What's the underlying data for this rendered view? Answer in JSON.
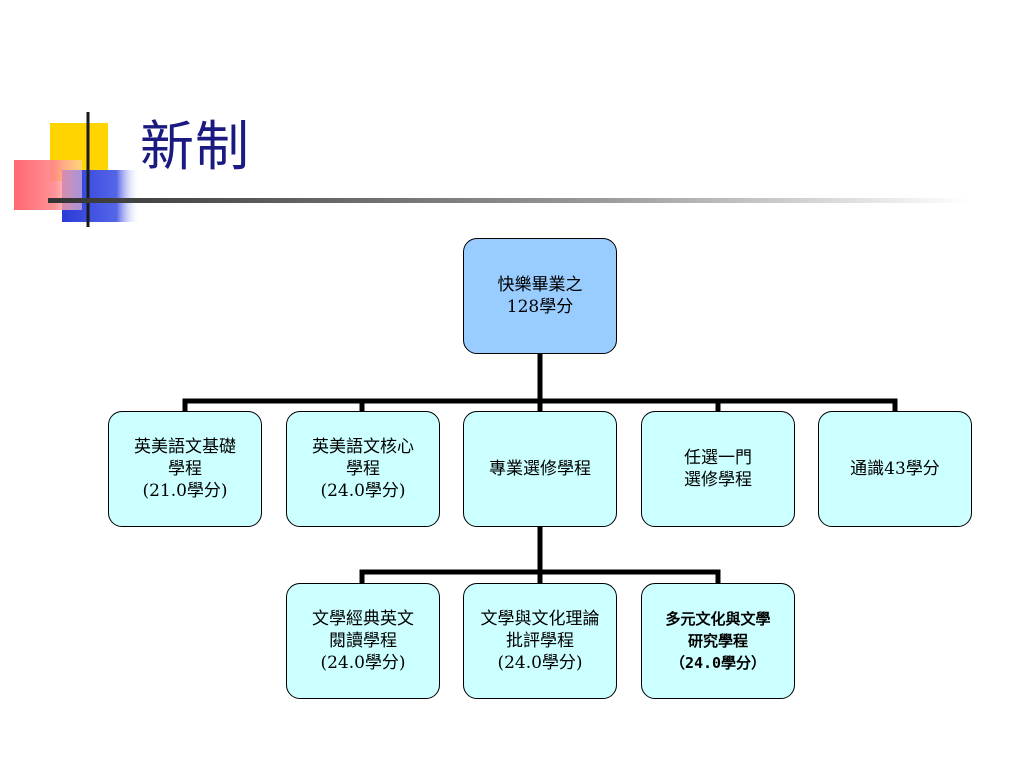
{
  "slide": {
    "title": "新制"
  },
  "colors": {
    "title": "#1a1a80",
    "root_fill": "#99ccff",
    "node_fill": "#ccffff",
    "deco_yellow": "#ffd400",
    "deco_red": "#ff5a64",
    "deco_blue": "#2a3ad8",
    "line": "#000000"
  },
  "diagram": {
    "root": {
      "lines": [
        "快樂畢業之",
        "128學分"
      ]
    },
    "level1": [
      {
        "lines": [
          "英美語文基礎",
          "學程",
          "(21.0學分)"
        ]
      },
      {
        "lines": [
          "英美語文核心",
          "學程",
          "(24.0學分)"
        ]
      },
      {
        "lines": [
          "專業選修學程"
        ]
      },
      {
        "lines": [
          "任選一門",
          "選修學程"
        ]
      },
      {
        "lines": [
          "通識43學分"
        ]
      }
    ],
    "level2": [
      {
        "lines": [
          "文學經典英文",
          "閱讀學程",
          "(24.0學分)"
        ]
      },
      {
        "lines": [
          "文學與文化理論",
          "批評學程",
          "(24.0學分)"
        ]
      },
      {
        "lines": [
          "多元文化與文學",
          "研究學程",
          "（24.0學分）"
        ]
      }
    ]
  }
}
